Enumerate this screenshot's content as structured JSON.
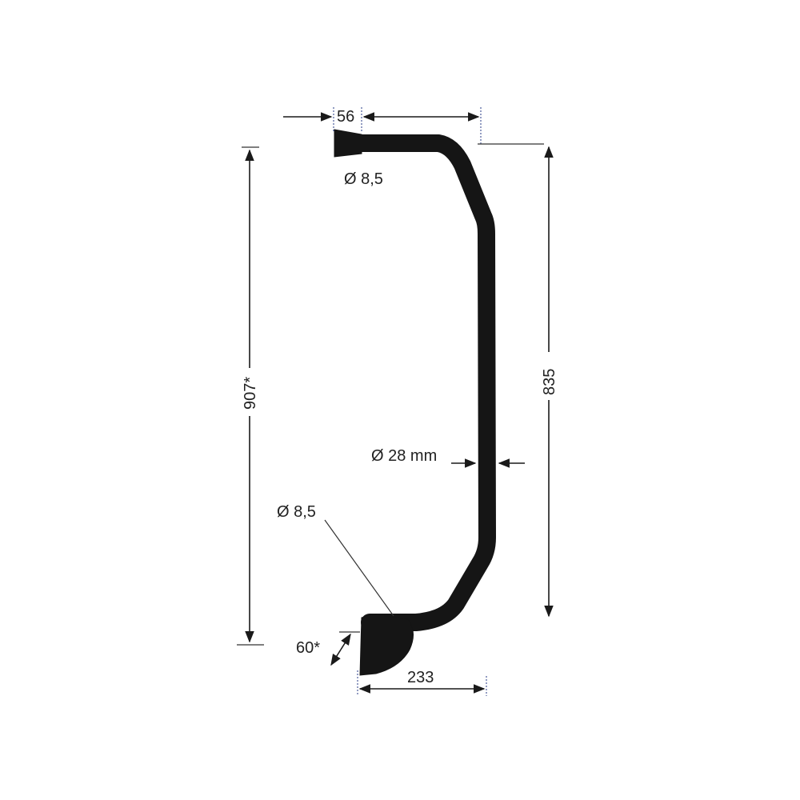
{
  "drawing": {
    "part": "mirror-arm",
    "colors": {
      "part": "#151515",
      "lines": "#1a1a1a",
      "extension_dash": "#4a5a9a"
    },
    "dimensions": {
      "top_offset": "56",
      "bottom_width": "233",
      "overall_height": "907*",
      "inner_height": "835",
      "tube_diameter": "Ø 28 mm",
      "top_hole": "Ø 8,5",
      "bottom_hole": "Ø 8,5",
      "bottom_angle": "60*"
    }
  }
}
